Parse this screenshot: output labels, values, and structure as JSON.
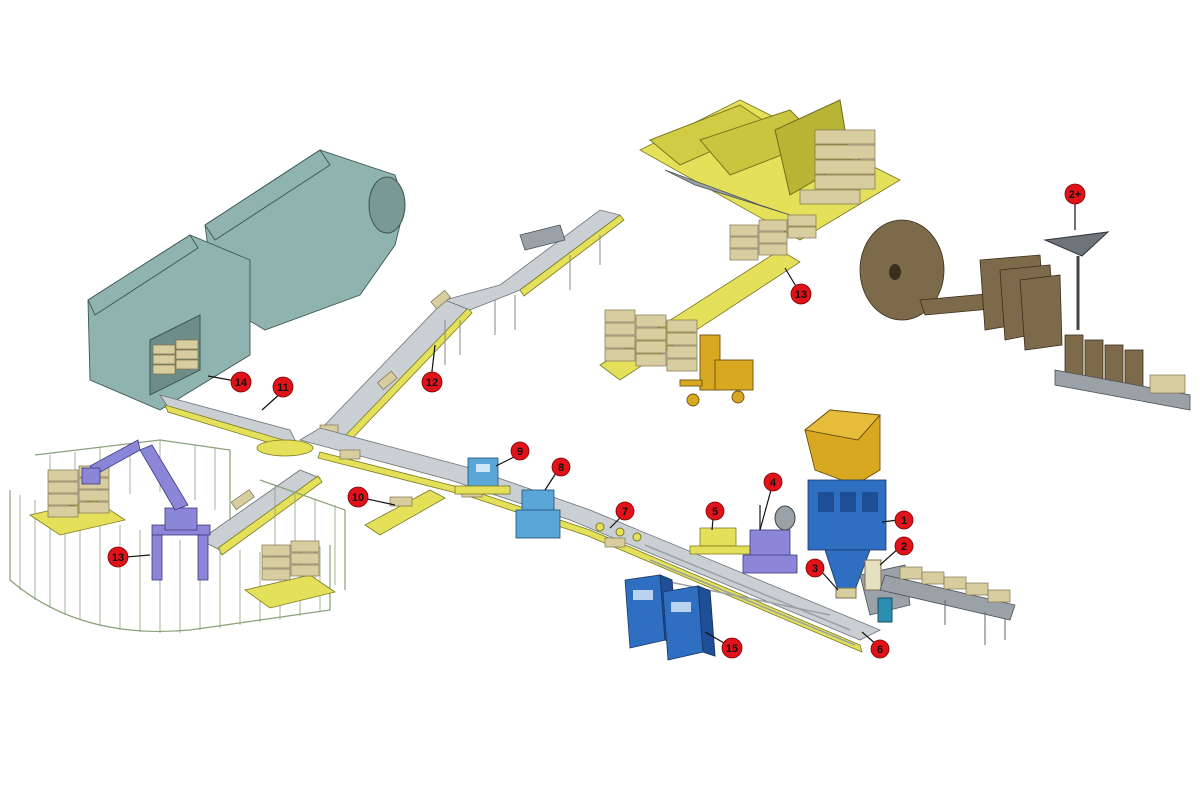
{
  "callouts": [
    {
      "id": "c1",
      "label": "1"
    },
    {
      "id": "c2",
      "label": "2"
    },
    {
      "id": "c2plus",
      "label": "2+"
    },
    {
      "id": "c3",
      "label": "3"
    },
    {
      "id": "c4",
      "label": "4"
    },
    {
      "id": "c5",
      "label": "5"
    },
    {
      "id": "c6",
      "label": "6"
    },
    {
      "id": "c7",
      "label": "7"
    },
    {
      "id": "c8",
      "label": "8"
    },
    {
      "id": "c9",
      "label": "9"
    },
    {
      "id": "c10",
      "label": "10"
    },
    {
      "id": "c11",
      "label": "11"
    },
    {
      "id": "c12",
      "label": "12"
    },
    {
      "id": "c13",
      "label": "13"
    },
    {
      "id": "c13b",
      "label": "13"
    },
    {
      "id": "c14",
      "label": "14"
    },
    {
      "id": "c15",
      "label": "15"
    }
  ],
  "colors": {
    "callout": "#e1121a",
    "conveyor_frame": "#e4e05a",
    "belt": "#c9cfd3",
    "bag": "#d8cd9f",
    "machine_blue": "#2f6fc2",
    "robot_violet": "#8b86d8",
    "truck": "#8fb3ae",
    "fence": "#8aa07a",
    "hopper": "#d9a821"
  }
}
